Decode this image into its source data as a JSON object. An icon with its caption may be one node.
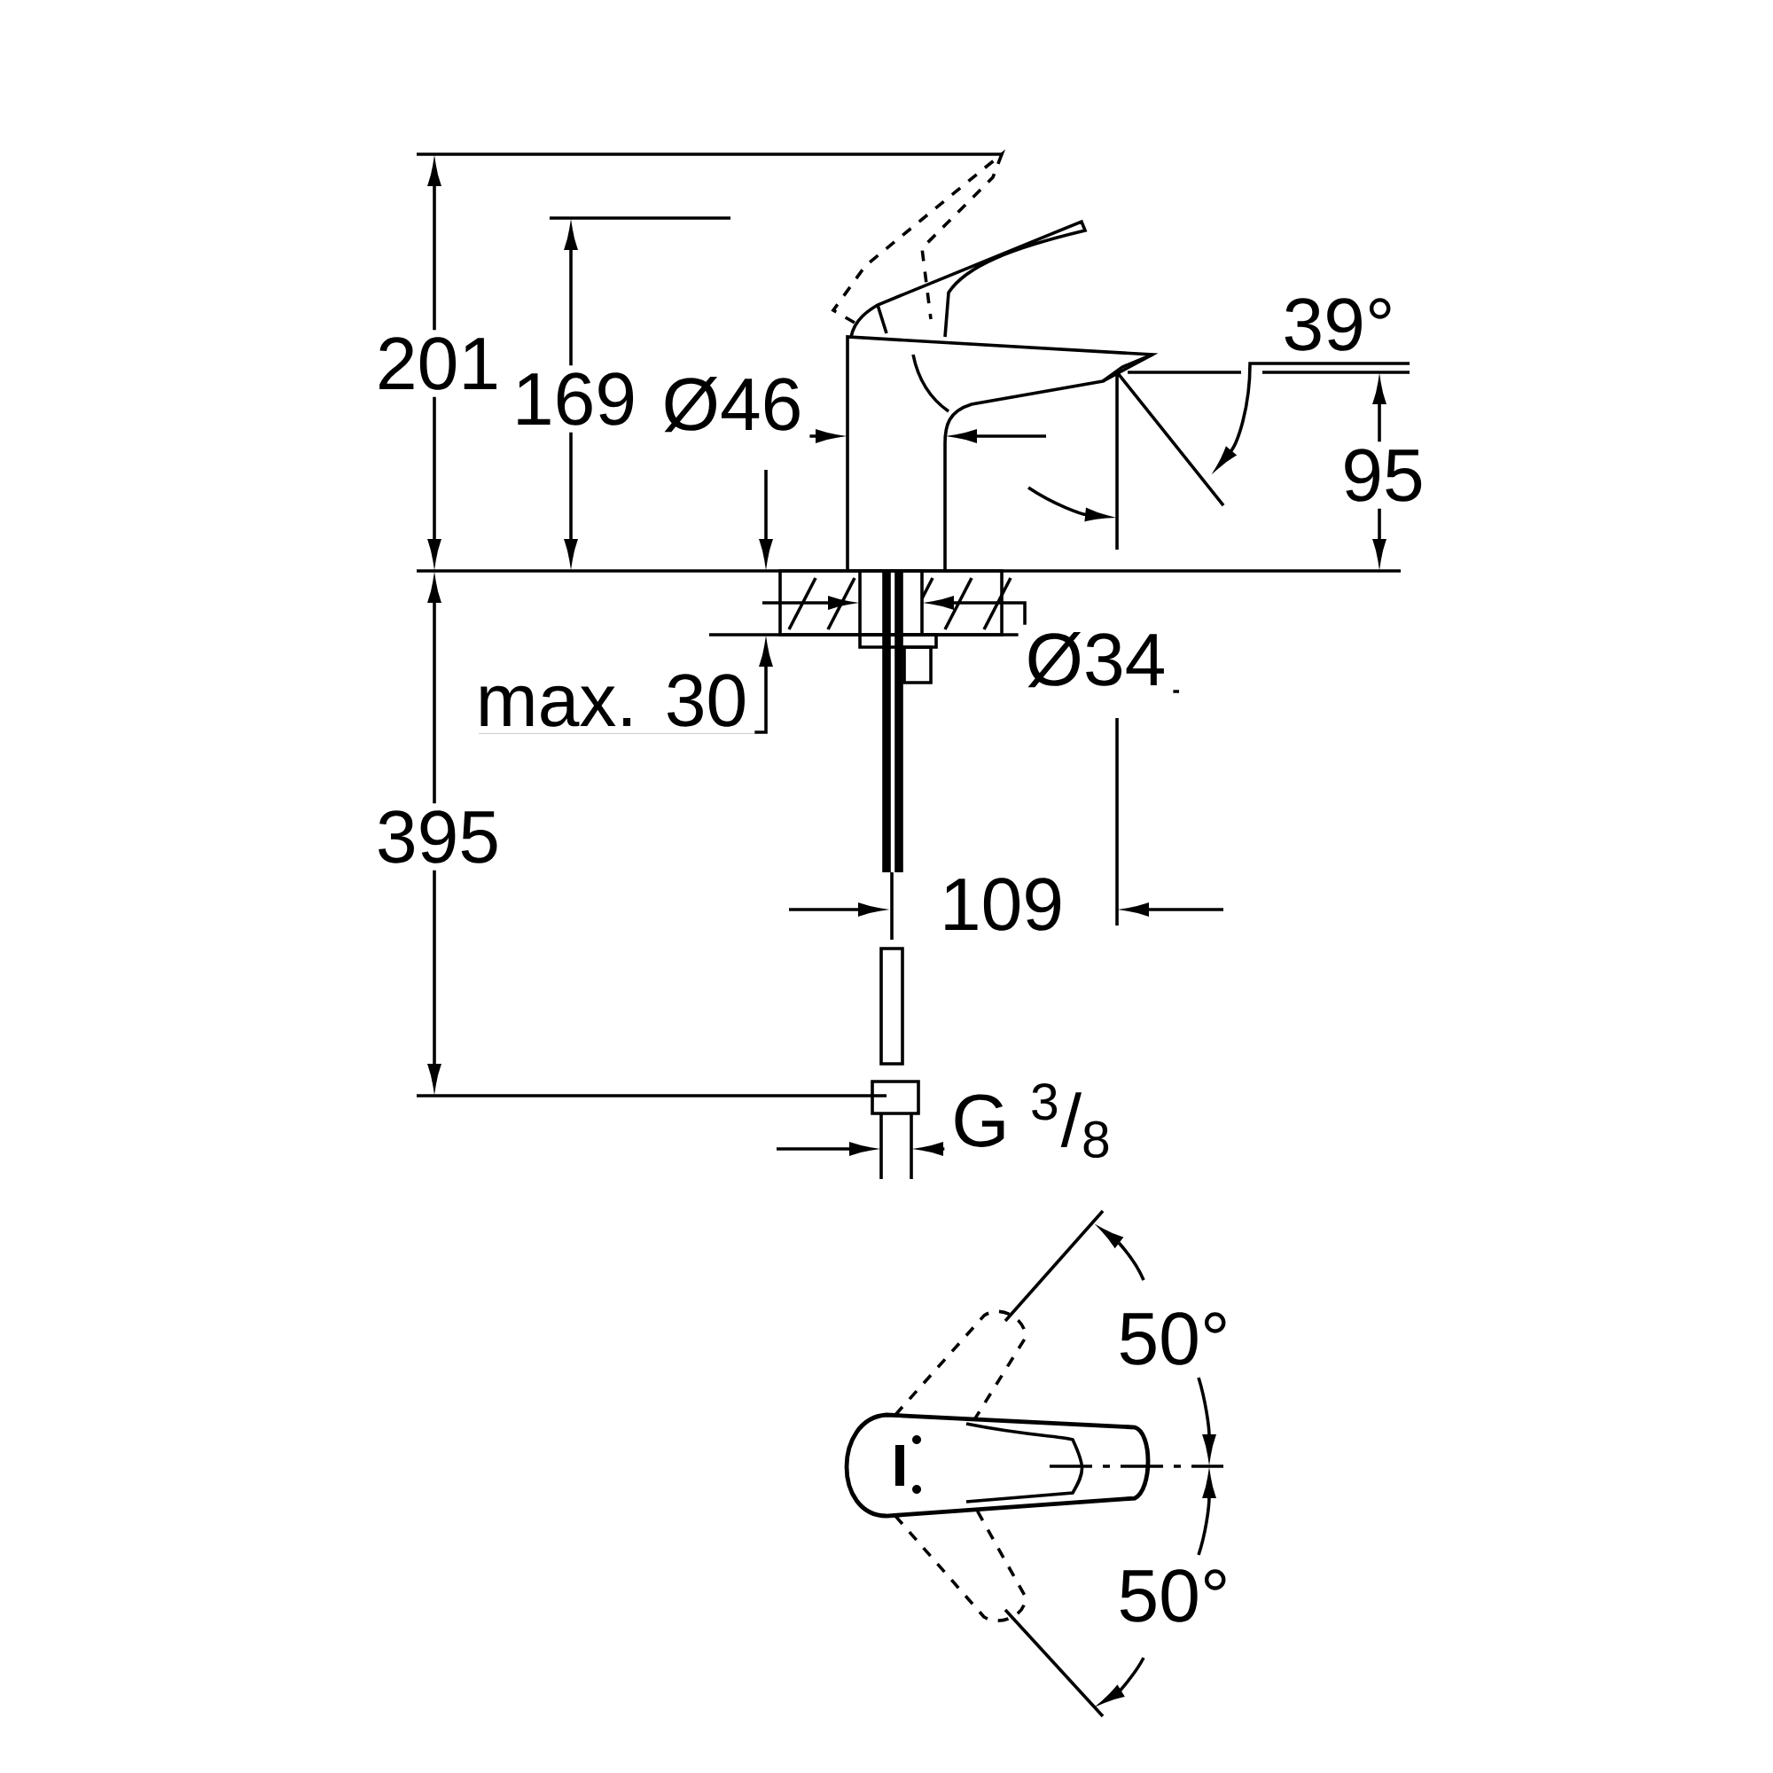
{
  "diagram": {
    "labels": [
      "201",
      "169",
      "Ø46",
      "39°",
      "95",
      "Ø34",
      "max. 30",
      "395",
      "109",
      "G $^{3}$/$_{8}$",
      "50°",
      "50°"
    ]
  }
}
